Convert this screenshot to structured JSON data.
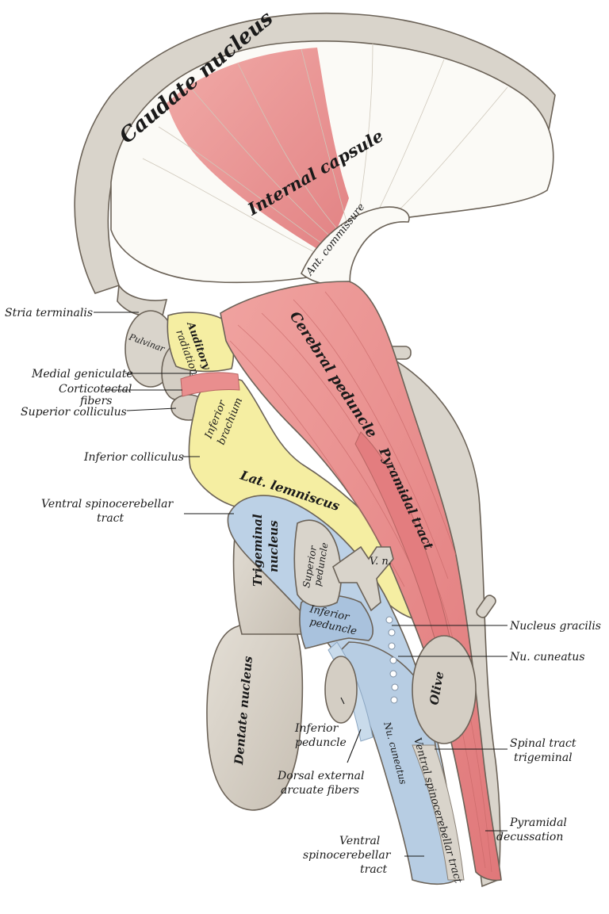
{
  "diagram": {
    "colors": {
      "grey": "#d9d4cb",
      "grey_dark": "#b9b1a6",
      "red": "#e98e8e",
      "yellow": "#f5eea2",
      "blue": "#bcd1e6",
      "white": "#fbfaf6"
    },
    "structures": {
      "caudate_nucleus": "Caudate nucleus",
      "internal_capsule": "Internal capsule",
      "ant_commissure": "Ant. commissure",
      "pulvinar": "Pulvinar",
      "auditory_radiation": [
        "Auditory",
        "radiation"
      ],
      "cerebral_peduncle": "Cerebral peduncle",
      "inferior_brachium": [
        "Inferior",
        "brachium"
      ],
      "pyramidal_tract": "Pyramidal tract",
      "lat_lemniscus": "Lat. lemniscus",
      "trigeminal_nucleus": [
        "Trigeminal",
        "nucleus"
      ],
      "superior_peduncle": [
        "Superior",
        "peduncle"
      ],
      "v_n": "V. n.",
      "inferior_peduncle_inner": [
        "Inferior",
        "peduncle"
      ],
      "olive": "Olive",
      "dentate_nucleus": "Dentate nucleus",
      "nu_cuneatus_inner": "Nu. cuneatus",
      "ventral_spinocerebellar_tract_inner": "Ventral spinocerebellar tract"
    },
    "labels_left": {
      "stria_terminalis": "Stria terminalis",
      "medial_geniculate": "Medial geniculate",
      "corticotectal_fibers": [
        "Corticotectal",
        "fibers"
      ],
      "superior_colliculus": "Superior colliculus",
      "inferior_colliculus": "Inferior colliculus",
      "ventral_spinocerebellar_tract": [
        "Ventral spinocerebellar",
        "tract"
      ],
      "inferior_peduncle": [
        "Inferior",
        "peduncle"
      ],
      "dorsal_external_arcuate_fibers": [
        "Dorsal external",
        "arcuate fibers"
      ],
      "ventral_spinocerebellar_tract_lower": [
        "Ventral",
        "spinocerebellar",
        "tract"
      ]
    },
    "labels_right": {
      "nucleus_gracilis": "Nucleus gracilis",
      "nu_cuneatus": "Nu. cuneatus",
      "spinal_tract_trigeminal": [
        "Spinal tract",
        "trigeminal"
      ],
      "pyramidal_decussation": [
        "Pyramidal",
        "decussation"
      ]
    }
  }
}
